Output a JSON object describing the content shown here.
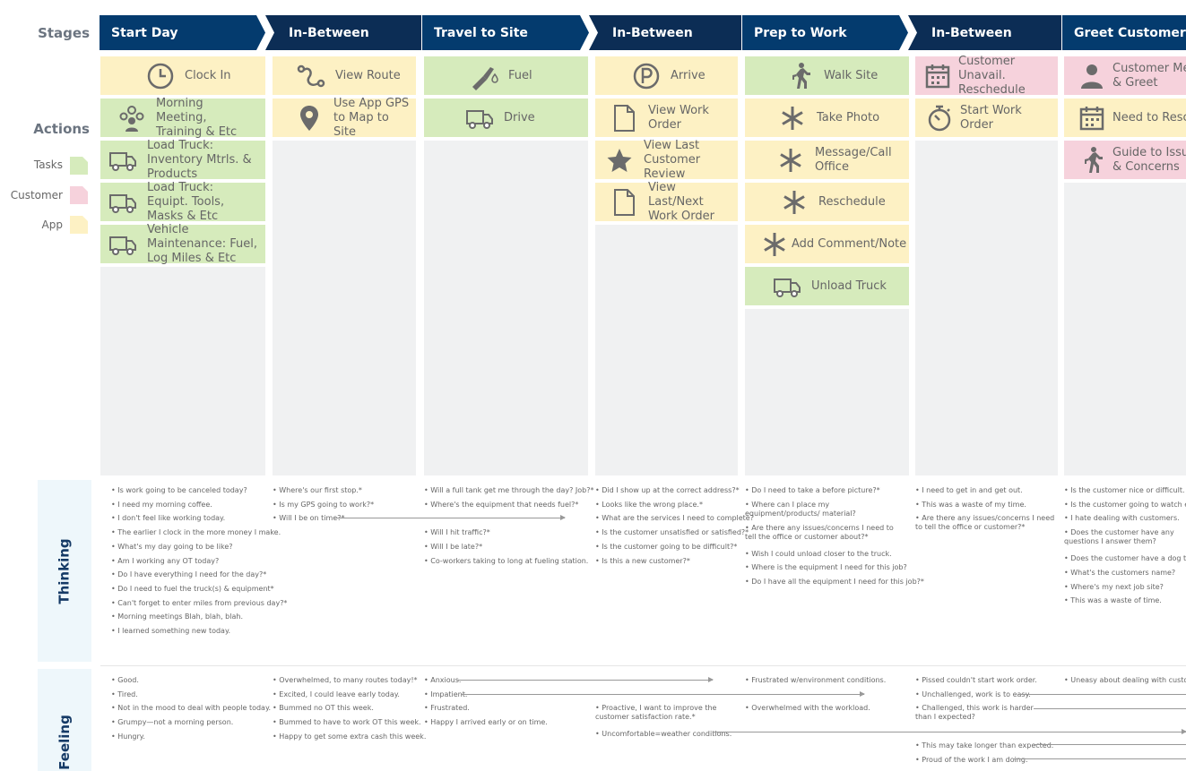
{
  "side": {
    "stages": "Stages",
    "actions": "Actions",
    "thinking": "Thinking",
    "feeling": "Feeling"
  },
  "legend": {
    "tasks": "Tasks",
    "customer": "Customer",
    "app": "App",
    "colors": {
      "tasks": "#d6ebbc",
      "customer": "#f6d2dc",
      "app": "#fdf1c4"
    }
  },
  "stages": [
    "Start Day",
    "In-Between",
    "Travel to Site",
    "In-Between",
    "Prep to Work",
    "In-Between",
    "Greet Customer"
  ],
  "cards": {
    "c1": [
      "Clock In",
      "Morning Meeting, Training & Etc",
      "Load Truck: Inventory Mtrls. & Products",
      "Load Truck: Equipt. Tools, Masks & Etc",
      "Vehicle Maintenance: Fuel, Log Miles & Etc"
    ],
    "c2": [
      "View Route",
      "Use App GPS to Map to Site"
    ],
    "c3": [
      "Fuel",
      "Drive"
    ],
    "c4": [
      "Arrive",
      "View Work Order",
      "View Last Customer Review",
      "View Last/Next Work Order"
    ],
    "c5": [
      "Walk Site",
      "Take Photo",
      "Message/Call Office",
      "Reschedule",
      "Add Comment/Note",
      "Unload Truck"
    ],
    "c6": [
      "Customer Unavail. Reschedule",
      "Start Work Order"
    ],
    "c7": [
      "Customer Meet & Greet",
      "Need to Reschedule",
      "Guide to Issues & Concerns"
    ]
  },
  "thinking": {
    "c1": [
      "• Is work going to be canceled today?",
      "• I need my morning coffee.",
      "• I don't feel like working today.",
      "• The earlier I clock in the more money I make.",
      "• What's my day going to be like?",
      "• Am I working any OT today?",
      "• Do I have everything I need for the day?*",
      "• Do I need to fuel the truck(s) & equipment*",
      "• Can't forget to enter miles from previous day?*",
      "• Morning meetings Blah, blah, blah.",
      "• I learned something new today."
    ],
    "c2": [
      "• Where's our first stop.*",
      "• Is my GPS going to work?*",
      "• Will I be on time?*"
    ],
    "c3": [
      "• Will a full tank get me through the day? Job?*",
      "• Where's the equipment that needs fuel?*",
      "• Will I hit traffic?*",
      "• Will I be late?*",
      "• Co-workers taking to long at fueling station."
    ],
    "c4": [
      "• Did I show up at the correct address?*",
      "• Looks like the wrong place.*",
      "• What are the services I need to complete?",
      "• Is the customer unsatisfied or satisfied?*",
      "• Is the customer going to be difficult?*",
      "• Is this a new customer?*"
    ],
    "c5": [
      "• Do I need to take a before picture?*",
      "• Where can I place my equipment/products/ material?",
      "• Are there any issues/concerns I need to tell the office or customer about?*",
      "• Wish I could unload closer to the truck.",
      "• Where is the equipment I need for this job?",
      "• Do I have all the equipment I need for this job?*"
    ],
    "c6": [
      "• I need to get in and get out.",
      "• This was a waste of my time.",
      "• Are there any issues/concerns I need to tell the office or customer?*"
    ],
    "c7": [
      "• Is the customer nice or difficult.",
      "• Is the customer going to watch everything",
      "• I hate dealing with customers.",
      "• Does the customer have any questions I answer them?",
      "• Does the customer have a dog they need",
      "• What's the customers name?",
      "• Where's my next job site?",
      "• This was a waste of time."
    ]
  },
  "feeling": {
    "c1": [
      "• Good.",
      "• Tired.",
      "• Not in the mood to deal with people today.",
      "• Grumpy—not a morning person.",
      "• Hungry."
    ],
    "c2": [
      "• Overwhelmed, to many routes today!*",
      "• Excited, I could leave early today.",
      "• Bummed no OT this week.",
      "• Bummed to have to work OT this week.",
      "• Happy to get some extra cash this week."
    ],
    "c3": [
      "• Anxious.",
      "• Impatient.",
      "• Frustrated.",
      "• Happy I arrived early or on time."
    ],
    "c4": [
      "• Proactive, I want to improve the customer satisfaction rate.*",
      "• Uncomfortable=weather conditions."
    ],
    "c5": [
      "• Frustrated w/environment conditions.",
      "• Overwhelmed with the workload."
    ],
    "c6": [
      "• Pissed couldn't start work order.",
      "• Unchallenged, work is to easy.",
      "• Challenged, this work is harder than I expected?",
      "• This may take longer than expected.",
      "• Proud of the work I am doing."
    ],
    "c7": [
      "• Uneasy about dealing with customers."
    ]
  }
}
